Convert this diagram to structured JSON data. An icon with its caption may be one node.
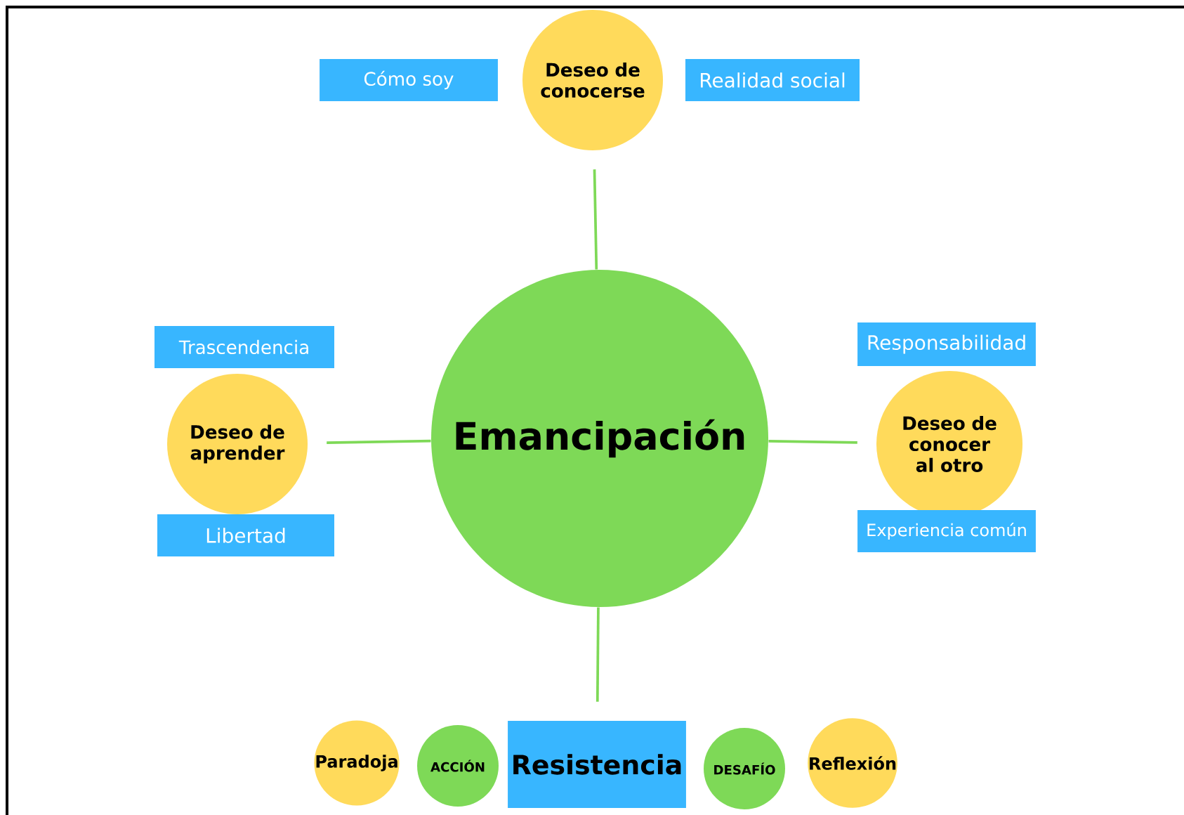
{
  "diagram": {
    "nodes": [
      {
        "text": [
          "Emancipación"
        ]
      },
      {
        "text": [
          "Deseo de conocerse"
        ]
      },
      {
        "text": [
          "Cómo soy"
        ]
      },
      {
        "text": [
          "Realidad social"
        ]
      },
      {
        "text": [
          "Deseo de aprender"
        ]
      },
      {
        "text": [
          "Trascendencia"
        ]
      },
      {
        "text": [
          "Libertad"
        ]
      },
      {
        "text": [
          "Deseo de conocer al otro"
        ]
      },
      {
        "text": [
          "Responsabilidad"
        ]
      },
      {
        "text": [
          "Experiencia común"
        ]
      },
      {
        "text": [
          "Resistencia"
        ]
      },
      {
        "text": [
          "Paradoja"
        ]
      },
      {
        "text": [
          "ACCIÓN"
        ]
      },
      {
        "text": [
          "DESAFÍO"
        ]
      },
      {
        "text": [
          "Reflexión"
        ]
      }
    ],
    "edges": [
      {
        "from": 0,
        "to": 1,
        "arrow": "none"
      },
      {
        "from": 0,
        "to": 4,
        "arrow": "none"
      },
      {
        "from": 0,
        "to": 7,
        "arrow": "none"
      },
      {
        "from": 0,
        "to": 10,
        "arrow": "none"
      }
    ]
  }
}
